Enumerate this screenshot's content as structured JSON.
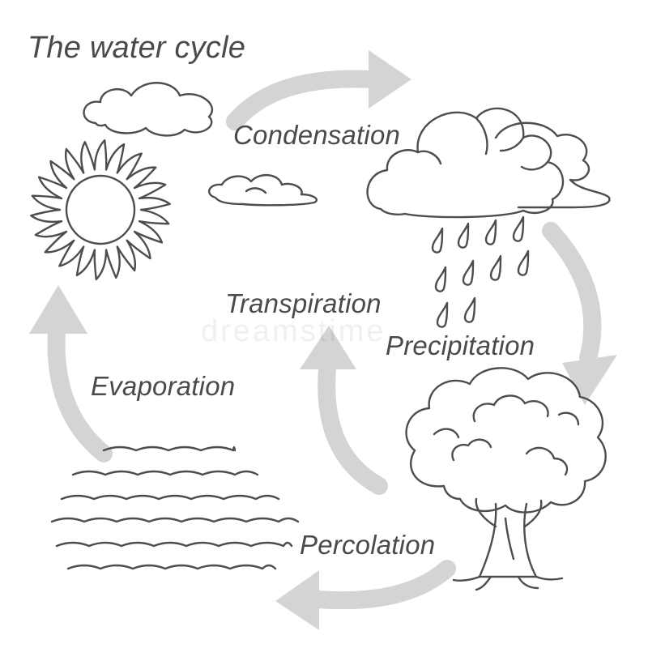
{
  "diagram": {
    "title": "The water cycle",
    "watermark": "dreamstime",
    "labels": {
      "condensation": "Condensation",
      "transpiration": "Transpiration",
      "precipitation": "Precipitation",
      "evaporation": "Evaporation",
      "percolation": "Percolation"
    }
  },
  "colors": {
    "line": "#4d4d4d",
    "arrow": "#d4d4d4",
    "text": "#4a4a4a",
    "background": "#ffffff"
  }
}
